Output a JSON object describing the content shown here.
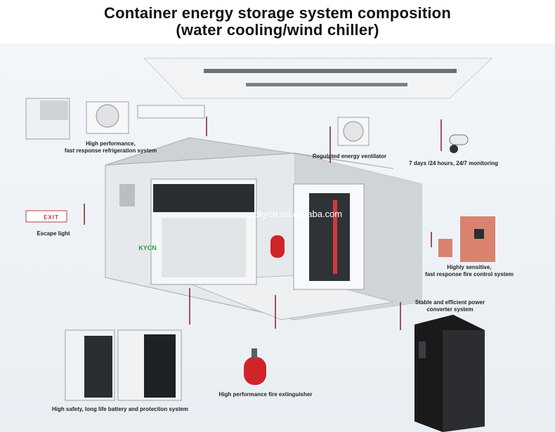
{
  "title_line1": "Container energy storage system composition",
  "title_line2": "(water cooling/wind chiller)",
  "labels": {
    "refrigeration": "High performance,\nfast response refrigeration system",
    "ventilator": "Regulated energy ventilator",
    "monitoring": "7 days /24 hours, 24/7 monitoring",
    "escape_light": "Escape light",
    "fire_control": "Highly sensitive,\nfast response fire control system",
    "pcs": "Stable and efficient power\nconverter system",
    "battery": "High safety, long life battery and protection system",
    "extinguisher": "High performance fire extinguisher"
  },
  "exit_sign_text": "EXIT",
  "brand_text": "KYCN",
  "watermark": "zdkycn.en.alibaba.com",
  "colors": {
    "leader": "#8a2c33",
    "rack_black": "#1a1a1a",
    "extinguisher": "#d0242b",
    "container": "#dfe3e7"
  }
}
